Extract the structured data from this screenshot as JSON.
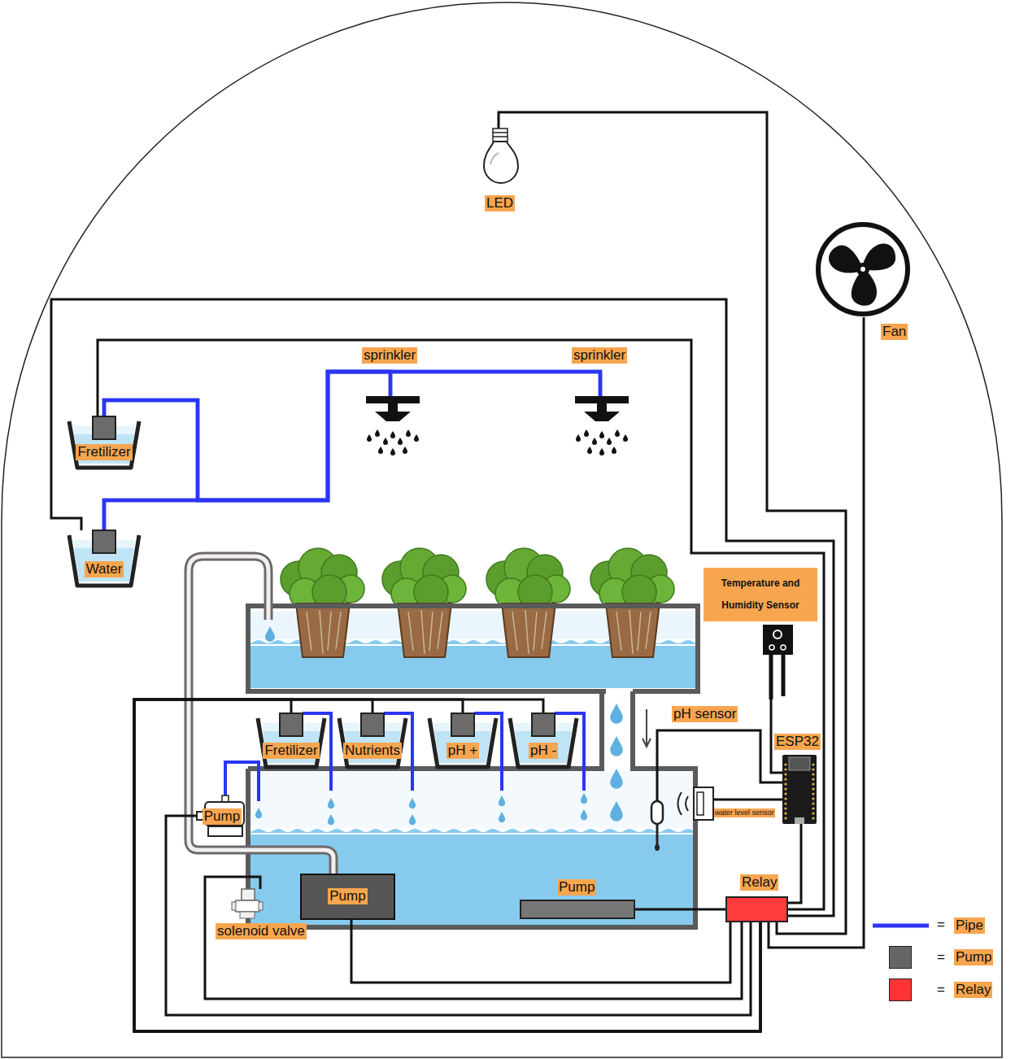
{
  "diagram": {
    "nodes": [
      {
        "text": [
          "LED"
        ]
      },
      {
        "text": [
          "Fan"
        ]
      },
      {
        "text": [
          "sprinkler"
        ]
      },
      {
        "text": [
          "sprinkler"
        ]
      },
      {
        "text": [
          "Fretilizer"
        ]
      },
      {
        "text": [
          "Water"
        ]
      },
      {
        "text": [
          "Temperature and Humidity Sensor"
        ]
      },
      {
        "text": [
          "pH sensor"
        ]
      },
      {
        "text": [
          "ESP32"
        ]
      },
      {
        "text": [
          "water level sensor"
        ]
      },
      {
        "text": [
          "Fretilizer"
        ]
      },
      {
        "text": [
          "Nutrients"
        ]
      },
      {
        "text": [
          "pH +"
        ]
      },
      {
        "text": [
          "pH -"
        ]
      },
      {
        "text": [
          "Pump"
        ]
      },
      {
        "text": [
          "Pump"
        ]
      },
      {
        "text": [
          "solenoid valve"
        ]
      },
      {
        "text": [
          "Pump"
        ]
      },
      {
        "text": [
          "Relay"
        ]
      }
    ],
    "edges": [
      {
        "from": 4,
        "to": 2,
        "arrow": "none"
      },
      {
        "from": 4,
        "to": 3,
        "arrow": "none"
      },
      {
        "from": 5,
        "to": 2,
        "arrow": "none"
      },
      {
        "from": 5,
        "to": 3,
        "arrow": "none"
      },
      {
        "from": 0,
        "to": 18,
        "arrow": "none"
      },
      {
        "from": 1,
        "to": 18,
        "arrow": "none"
      },
      {
        "from": 4,
        "to": 18,
        "arrow": "none"
      },
      {
        "from": 5,
        "to": 18,
        "arrow": "none"
      },
      {
        "from": 8,
        "to": 18,
        "arrow": "none"
      },
      {
        "from": 6,
        "to": 8,
        "arrow": "none"
      },
      {
        "from": 7,
        "to": 8,
        "arrow": "none"
      },
      {
        "from": 9,
        "to": 8,
        "arrow": "none"
      },
      {
        "from": 10,
        "to": 18,
        "arrow": "none"
      },
      {
        "from": 11,
        "to": 18,
        "arrow": "none"
      },
      {
        "from": 12,
        "to": 18,
        "arrow": "none"
      },
      {
        "from": 13,
        "to": 18,
        "arrow": "none"
      },
      {
        "from": 14,
        "to": 18,
        "arrow": "none"
      },
      {
        "from": 15,
        "to": 18,
        "arrow": "none"
      },
      {
        "from": 16,
        "to": 18,
        "arrow": "none"
      },
      {
        "from": 17,
        "to": 18,
        "arrow": "none"
      }
    ],
    "labels": [
      "=",
      "=",
      "="
    ],
    "legend": [
      {
        "text": "Pipe"
      },
      {
        "text": "Pump",
        "color": "#666666"
      },
      {
        "text": "Relay",
        "color": "#ff3333"
      }
    ]
  }
}
